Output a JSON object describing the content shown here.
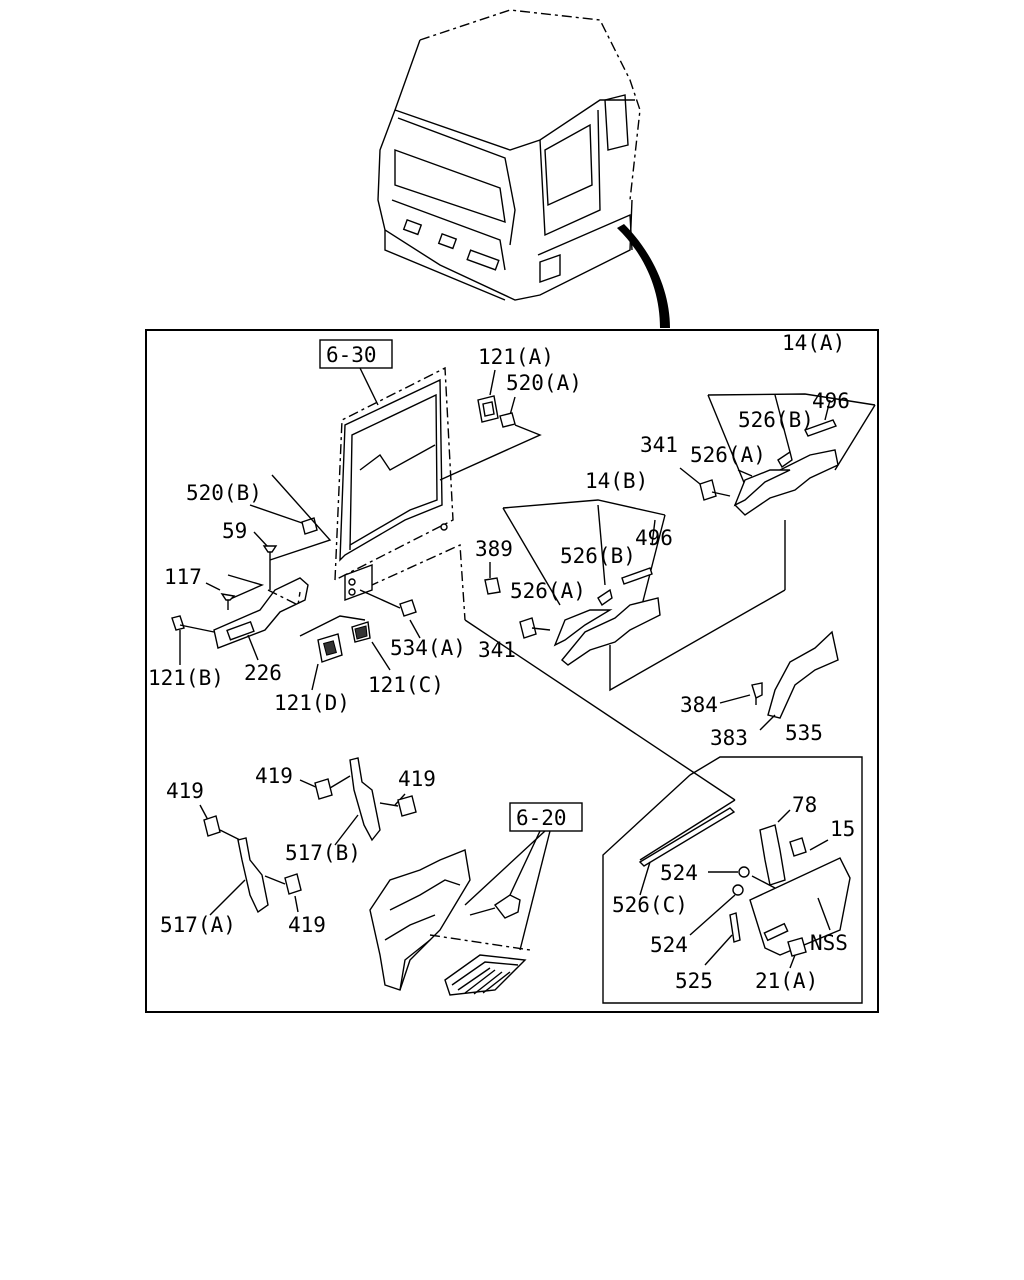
{
  "labels": {
    "ref_630": "6-30",
    "ref_620": "6-20",
    "p121A": "121(A)",
    "p520A": "520(A)",
    "p14A": "14(A)",
    "p496_top": "496",
    "p526B_top": "526(B)",
    "p341_top": "341",
    "p526A_top": "526(A)",
    "p520B": "520(B)",
    "p59": "59",
    "p117": "117",
    "p121B": "121(B)",
    "p226": "226",
    "p121D": "121(D)",
    "p121C": "121(C)",
    "p534A": "534(A)",
    "p14B": "14(B)",
    "p389": "389",
    "p526B_mid": "526(B)",
    "p496_mid": "496",
    "p526A_mid": "526(A)",
    "p341_mid": "341",
    "p384": "384",
    "p383": "383",
    "p535": "535",
    "p419_a": "419",
    "p419_b": "419",
    "p419_c": "419",
    "p419_d": "419",
    "p517B": "517(B)",
    "p517A": "517(A)",
    "p78": "78",
    "p15": "15",
    "p524_a": "524",
    "p524_b": "524",
    "p526C": "526(C)",
    "p525": "525",
    "p21A": "21(A)",
    "pNSS": "NSS"
  }
}
